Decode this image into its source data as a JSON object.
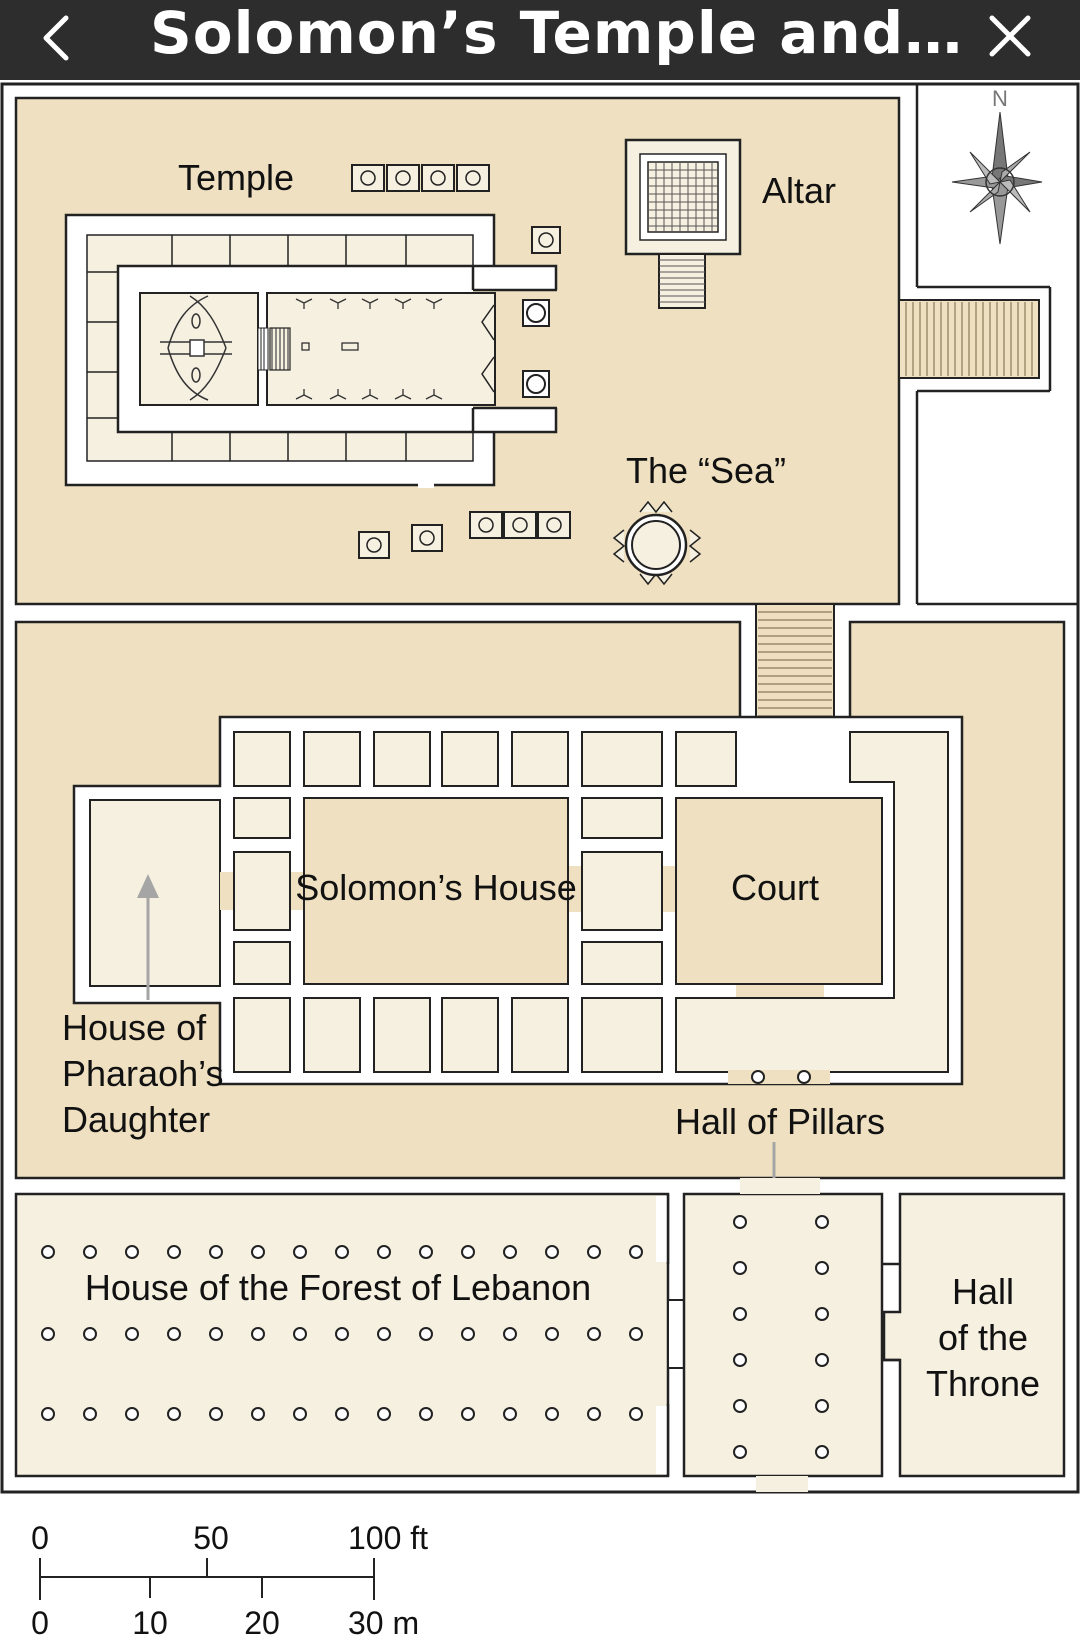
{
  "header": {
    "title": "Solomon’s Temple and…",
    "back_icon": "chevron-left-icon",
    "close_icon": "close-icon"
  },
  "compass": {
    "north_label": "N",
    "icon": "compass-rose-icon"
  },
  "labels": {
    "temple": "Temple",
    "altar": "Altar",
    "sea": "The “Sea”",
    "solomons_house": "Solomon’s House",
    "court": "Court",
    "pharaoh_1": "House of",
    "pharaoh_2": "Pharaoh’s",
    "pharaoh_3": "Daughter",
    "hall_of_pillars": "Hall of Pillars",
    "forest_lebanon": "House of the Forest of Lebanon",
    "throne_1": "Hall",
    "throne_2": "of the",
    "throne_3": "Throne"
  },
  "scale": {
    "ft_labels": [
      "0",
      "50",
      "100 ft"
    ],
    "m_labels": [
      "0",
      "10",
      "20",
      "30 m"
    ]
  },
  "colors": {
    "tan": "#eee0c0",
    "cream": "#f6f0e1",
    "wall": "#ffffff",
    "outline": "#222222",
    "header": "#2d2d2d",
    "arrow": "#a5a5a5"
  }
}
